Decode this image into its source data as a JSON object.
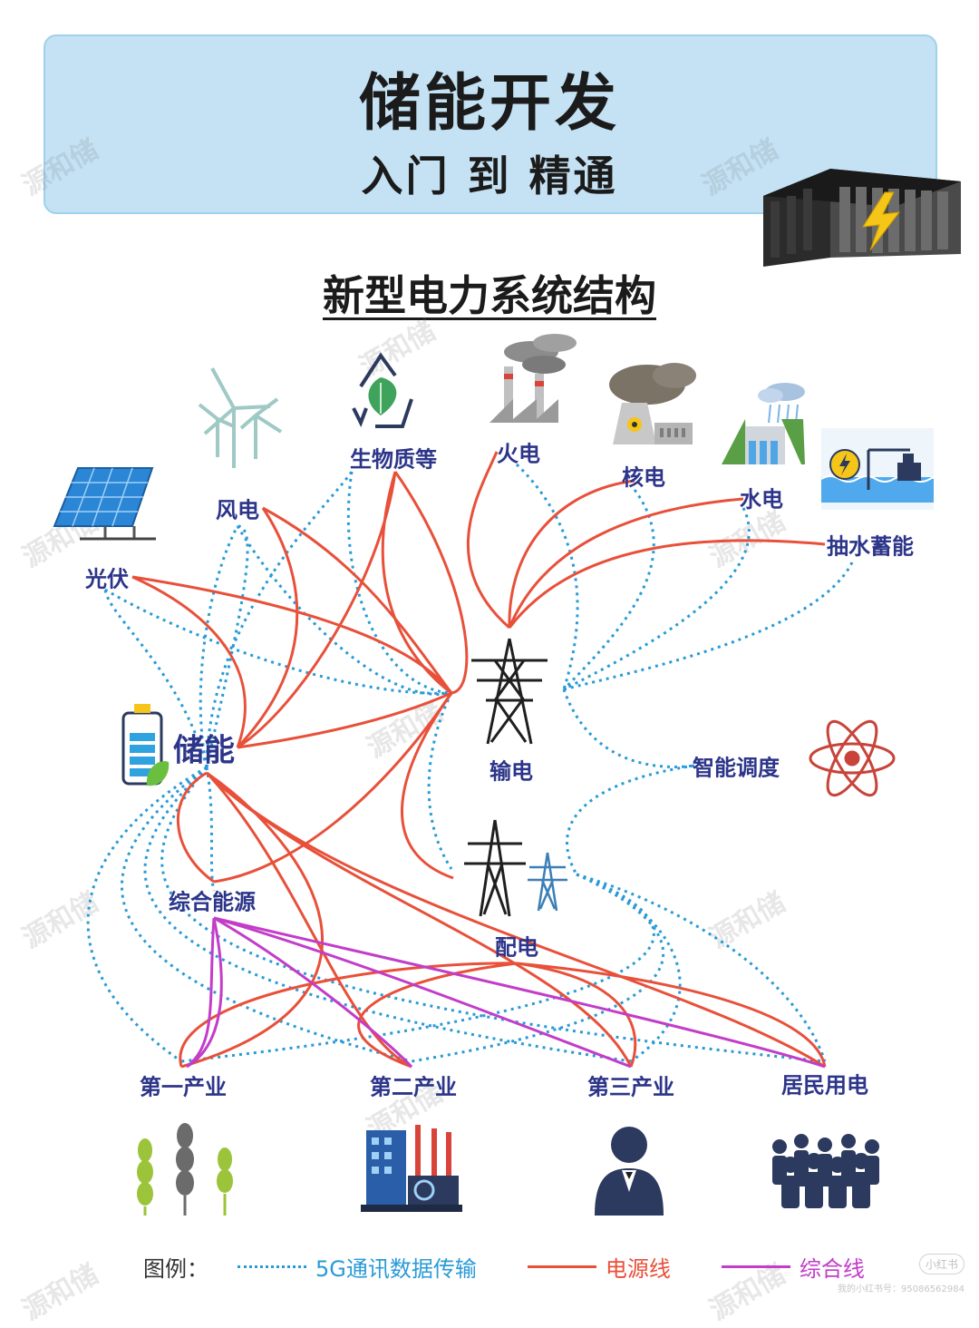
{
  "header": {
    "title": "储能开发",
    "subtitle": "入门 到 精通"
  },
  "section_title": "新型电力系统结构",
  "watermark_text": "源和储",
  "nodes": {
    "wind": "风电",
    "biomass": "生物质等",
    "thermal": "火电",
    "nuclear": "核电",
    "hydro": "水电",
    "pumped_storage": "抽水蓄能",
    "solar": "光伏",
    "storage": "储能",
    "transmission": "输电",
    "smart_dispatch": "智能调度",
    "integrated_energy": "综合能源",
    "distribution": "配电",
    "primary_industry": "第一产业",
    "secondary_industry": "第二产业",
    "tertiary_industry": "第三产业",
    "residential": "居民用电"
  },
  "legend": {
    "title": "图例：",
    "items": [
      {
        "label": "5G通讯数据传输",
        "style": "dotted",
        "color": "#2a9bd6"
      },
      {
        "label": "电源线",
        "style": "solid",
        "color": "#e8503a"
      },
      {
        "label": "综合线",
        "style": "solid",
        "color": "#c23dc8"
      }
    ]
  },
  "colors": {
    "header_bg": "#c4e2f4",
    "label_text": "#2c3589",
    "data_line": "#2a9bd6",
    "power_line": "#e8503a",
    "integrated_line": "#c23dc8"
  },
  "footer": {
    "badge": "小红书",
    "id_text": "我的小红书号：95086562984"
  }
}
